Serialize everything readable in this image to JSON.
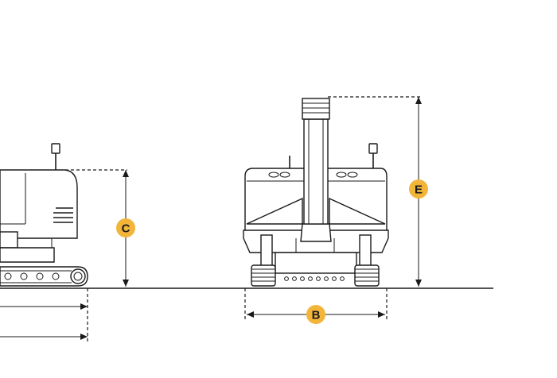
{
  "labels": {
    "b": "B",
    "c": "C",
    "e": "E"
  },
  "colors": {
    "badge_fill": "#f2b53a",
    "line": "#1a1a1a",
    "background": "#ffffff"
  }
}
